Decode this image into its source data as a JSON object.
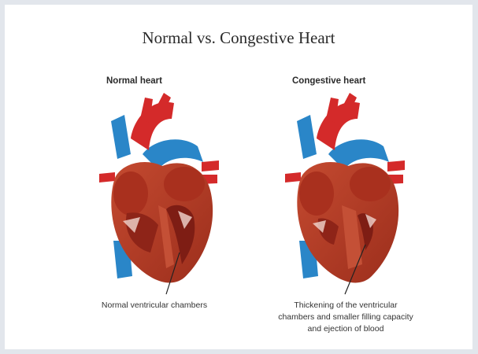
{
  "title": "Normal vs. Congestive Heart",
  "panels": [
    {
      "heading": "Normal heart",
      "caption": [
        "Normal ventricular chambers"
      ]
    },
    {
      "heading": "Congestive heart",
      "caption": [
        "Thickening of the ventricular",
        "chambers and smaller filling capacity",
        "and ejection of blood"
      ]
    }
  ],
  "colors": {
    "vein": "#2a86c8",
    "artery": "#d42a2a",
    "muscle": "#b23a24",
    "muscle_dark": "#7e1d14",
    "chamber": "#8e2418"
  },
  "icons": [
    "normal-heart-illustration",
    "congestive-heart-illustration"
  ]
}
